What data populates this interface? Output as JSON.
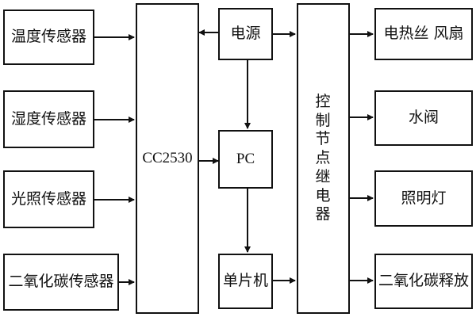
{
  "sensors": [
    "温度传感器",
    "湿度传感器",
    "光照传感器",
    "二氧化碳传感器"
  ],
  "controller": "CC2530",
  "power": "电源",
  "pc": "PC",
  "mcu": "单片机",
  "relay": "控制节点继电器",
  "actuators": [
    "电热丝 风扇",
    "水阀",
    "照明灯",
    "二氧化碳释放"
  ],
  "colors": {
    "line": "#111111",
    "background": "#ffffff"
  }
}
